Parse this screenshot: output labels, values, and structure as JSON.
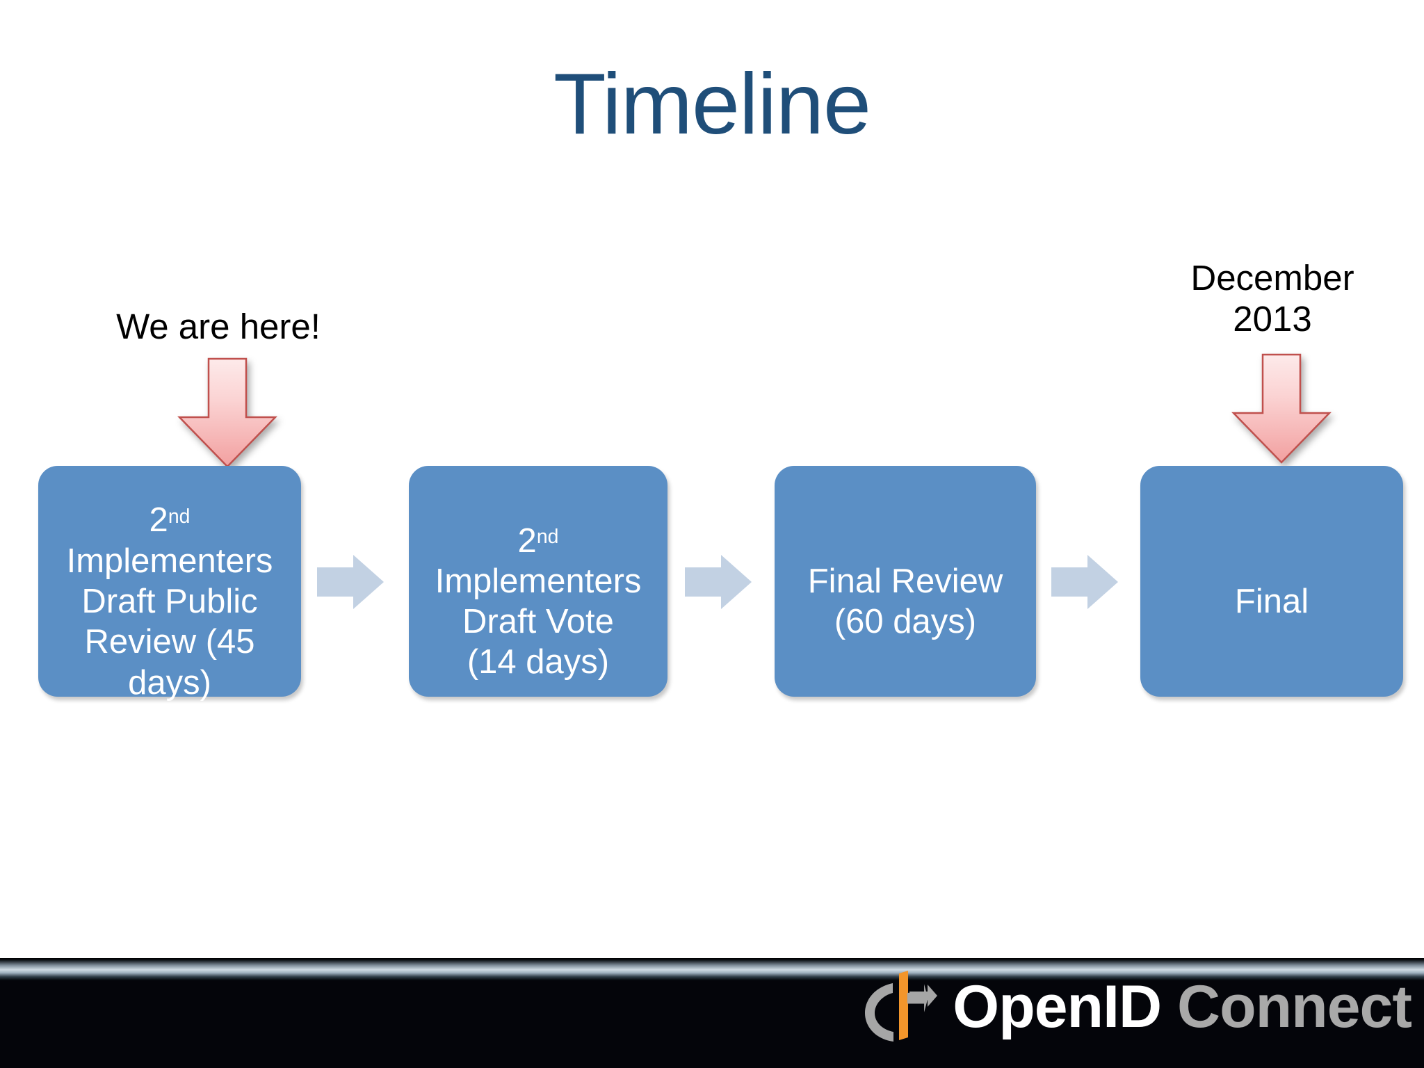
{
  "slide": {
    "title": "Timeline",
    "title_color": "#1f4e79",
    "background_color": "#ffffff"
  },
  "callouts": [
    {
      "id": "we-are-here",
      "label": "We are here!",
      "arrow_icon": "down-arrow-icon",
      "arrow_fill_top": "#fde3e3",
      "arrow_fill_bottom": "#f4a8a8",
      "arrow_border": "#c0504d",
      "points_to": "2nd Implementers Draft Public Review (45 days)"
    },
    {
      "id": "december-2013",
      "label": "December\n2013",
      "arrow_icon": "down-arrow-icon",
      "arrow_fill_top": "#fde3e3",
      "arrow_fill_bottom": "#f4a8a8",
      "arrow_border": "#c0504d",
      "points_to": "Final"
    }
  ],
  "process": {
    "box_fill": "#5b8fc5",
    "box_text_color": "#ffffff",
    "connector_fill": "#c2d1e3",
    "steps": [
      {
        "lead": "2",
        "lead_sup": "nd",
        "rest": "\nImplementers\nDraft Public\nReview (45\ndays)",
        "plain": "2nd Implementers Draft Public Review (45 days)",
        "duration_days": 45
      },
      {
        "lead": "2",
        "lead_sup": "nd",
        "rest": "\nImplementers\nDraft Vote\n(14 days)",
        "plain": "2nd Implementers Draft Vote (14 days)",
        "duration_days": 14
      },
      {
        "lead": "",
        "lead_sup": "",
        "rest": "Final Review\n(60 days)",
        "plain": "Final Review (60 days)",
        "duration_days": 60
      },
      {
        "lead": "",
        "lead_sup": "",
        "rest": "Final",
        "plain": "Final",
        "duration_days": null
      }
    ],
    "connectors": [
      {
        "icon": "right-arrow-icon"
      },
      {
        "icon": "right-arrow-icon"
      },
      {
        "icon": "right-arrow-icon"
      }
    ]
  },
  "footer": {
    "bar_color": "#04050a",
    "brand": {
      "logo_icon": "openid-logo-icon",
      "logo_bar_color": "#f2952b",
      "logo_arc_color": "#a6a6a6",
      "word_primary": "OpenID",
      "word_secondary": "Connect",
      "word_primary_color": "#ffffff",
      "word_secondary_color": "#a9a9a9"
    }
  }
}
